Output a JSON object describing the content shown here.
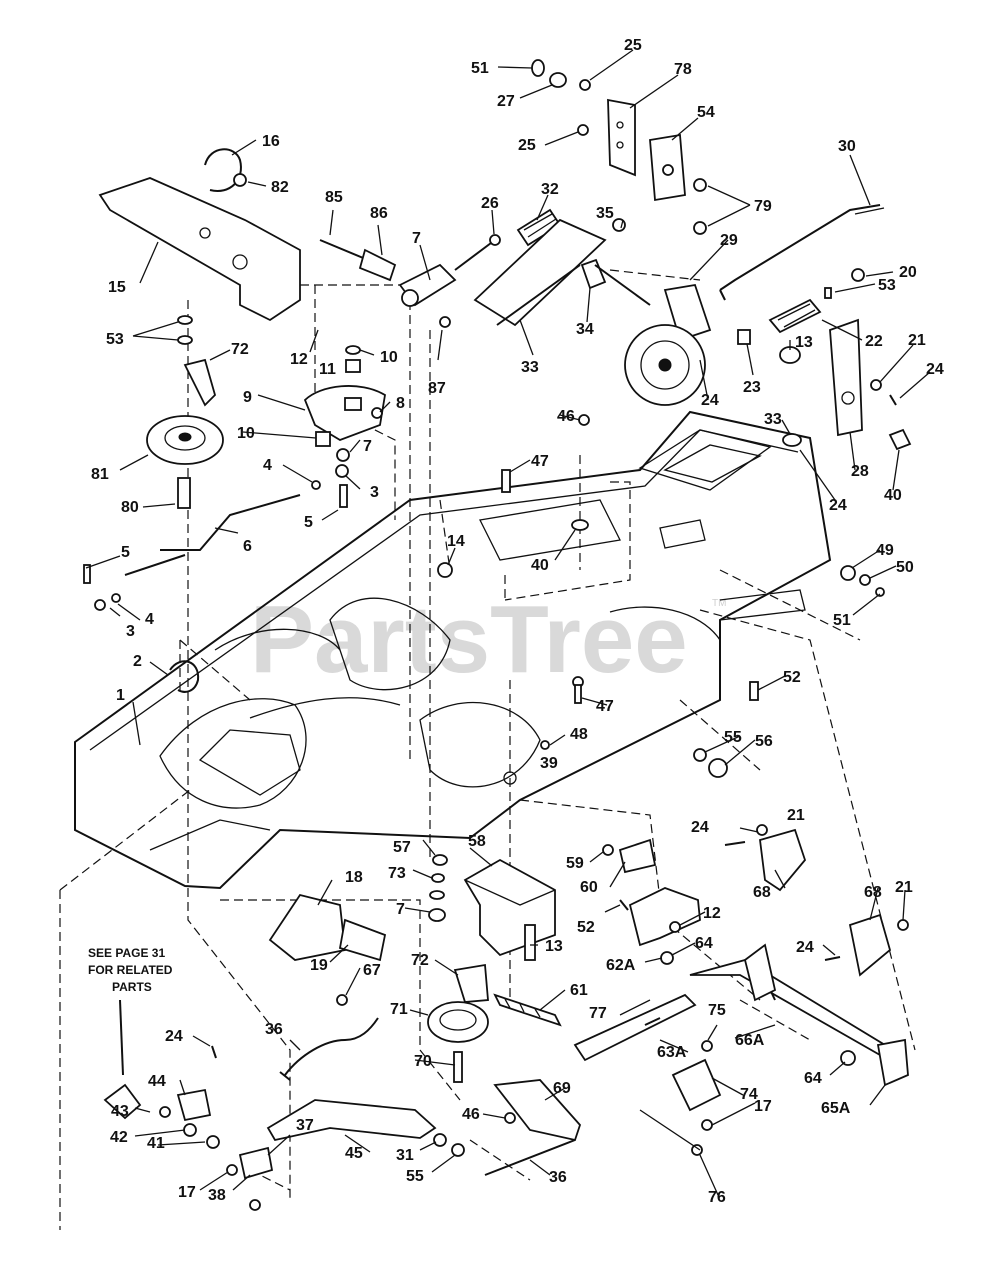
{
  "watermark": {
    "text": "PartsTree",
    "tm": "TM"
  },
  "note": {
    "line1": "SEE PAGE 31",
    "line2": "FOR RELATED",
    "line3": "PARTS"
  },
  "labels": {
    "p1": "1",
    "p2": "2",
    "p3a": "3",
    "p3b": "3",
    "p4a": "4",
    "p4b": "4",
    "p5a": "5",
    "p5b": "5",
    "p6": "6",
    "p7a": "7",
    "p7b": "7",
    "p7c": "7",
    "p8": "8",
    "p9": "9",
    "p10a": "10",
    "p10b": "10",
    "p11": "11",
    "p12a": "12",
    "p12b": "12",
    "p13a": "13",
    "p13b": "13",
    "p14": "14",
    "p15": "15",
    "p16": "16",
    "p17a": "17",
    "p17b": "17",
    "p18": "18",
    "p19": "19",
    "p20": "20",
    "p21a": "21",
    "p21b": "21",
    "p21c": "21",
    "p22": "22",
    "p23": "23",
    "p24a": "24",
    "p24b": "24",
    "p24c": "24",
    "p24d": "24",
    "p24e": "24",
    "p24f": "24",
    "p25a": "25",
    "p25b": "25",
    "p26": "26",
    "p27": "27",
    "p28": "28",
    "p29": "29",
    "p30": "30",
    "p31": "31",
    "p32": "32",
    "p33a": "33",
    "p33b": "33",
    "p34": "34",
    "p35": "35",
    "p36a": "36",
    "p36b": "36",
    "p37": "37",
    "p38": "38",
    "p39": "39",
    "p40a": "40",
    "p40b": "40",
    "p41": "41",
    "p42": "42",
    "p43": "43",
    "p44": "44",
    "p45": "45",
    "p46a": "46",
    "p46b": "46",
    "p47a": "47",
    "p47b": "47",
    "p48": "48",
    "p49": "49",
    "p50": "50",
    "p51a": "51",
    "p51b": "51",
    "p52a": "52",
    "p52b": "52",
    "p53a": "53",
    "p53b": "53",
    "p54": "54",
    "p55a": "55",
    "p55b": "55",
    "p56": "56",
    "p57": "57",
    "p58": "58",
    "p59": "59",
    "p60": "60",
    "p61": "61",
    "p62a": "62A",
    "p63a": "63A",
    "p64a": "64",
    "p64b": "64",
    "p65a": "65A",
    "p66a": "66A",
    "p67": "67",
    "p68a": "68",
    "p68b": "68",
    "p69": "69",
    "p70": "70",
    "p71": "71",
    "p72a": "72",
    "p72b": "72",
    "p73": "73",
    "p74": "74",
    "p75": "75",
    "p76": "76",
    "p77": "77",
    "p78": "78",
    "p79": "79",
    "p80": "80",
    "p81": "81",
    "p82": "82",
    "p85": "85",
    "p86": "86",
    "p87": "87"
  }
}
